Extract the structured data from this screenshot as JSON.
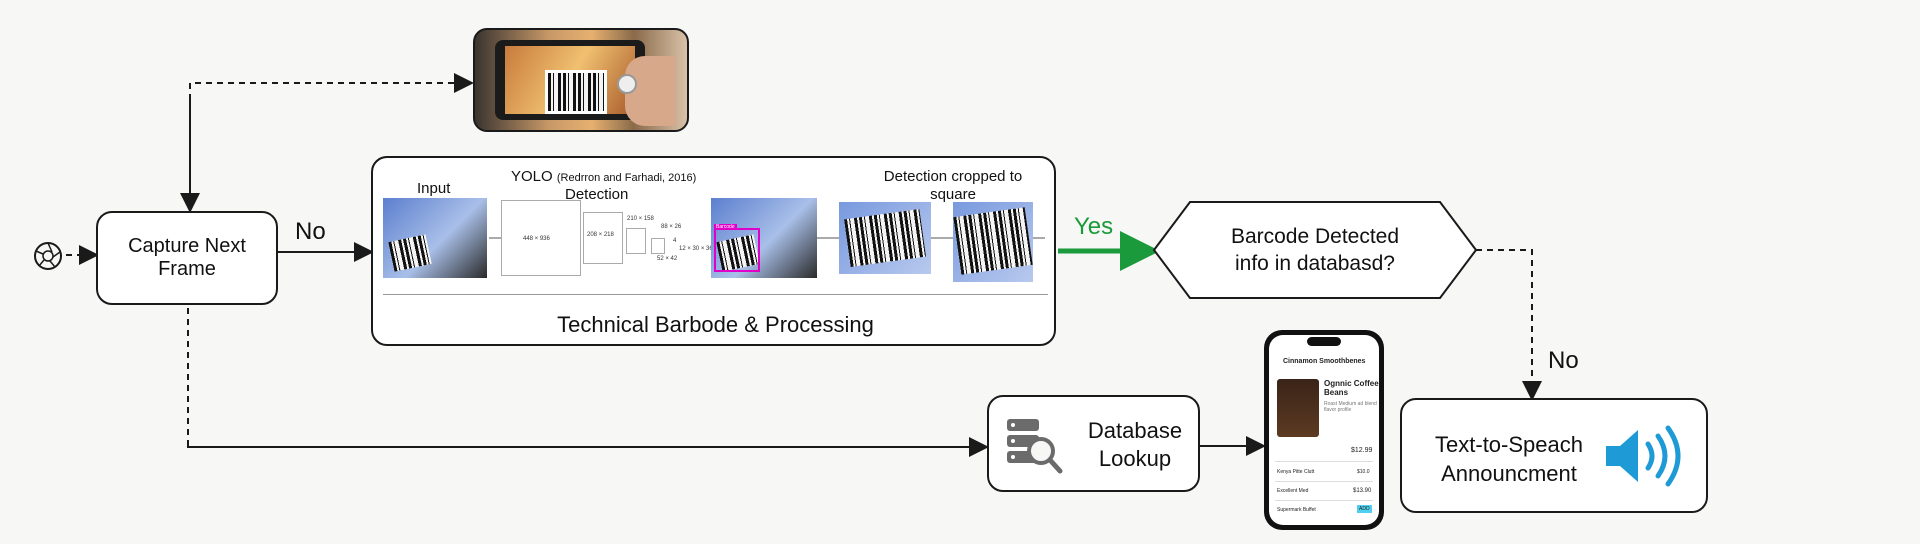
{
  "start_node": {
    "icon": "aperture-icon"
  },
  "capture_node": {
    "label": "Capture Next\nFrame"
  },
  "edge_no_to_processing": {
    "label": "No"
  },
  "processing_panel": {
    "title": "Technical Barbode & Processing",
    "input_label": "Input",
    "yolo_label": "YOLO",
    "yolo_citation": "(Redrron and Farhadi, 2016)",
    "detection_label": "Detection",
    "cropped_label": "Detection cropped to\nsquare",
    "layers": [
      "448 × 936",
      "208 × 218",
      "210 × 158",
      "88 × 26",
      "4",
      "52 × 42",
      "12 × 30 × 36"
    ],
    "detected_tag": "Barcode",
    "edge_color": "#e000c8"
  },
  "edge_yes": {
    "label": "Yes",
    "color": "#1a9a3a"
  },
  "decision_node": {
    "label": "Barcode Detected\ninfo in databasd?"
  },
  "edge_no_to_tts": {
    "label": "No"
  },
  "database_node": {
    "label": "Database\nLookup",
    "icon": "database-search-icon"
  },
  "phone": {
    "header": "Cinnamon Smoothbenes",
    "product_name": "Ognnic Coffee\nBeans",
    "desc": "Roast Medium ad blend\nflavor profile",
    "price_main": "$12.99",
    "rows": [
      {
        "name": "Kenya Pitte Clutt",
        "price": "$10.0"
      },
      {
        "name": "Excellent Med",
        "price": "$13.90"
      },
      {
        "name": "Supermark Buffet",
        "price": "ADD"
      }
    ]
  },
  "tts_node": {
    "label": "Text-to-Speach\nAnnouncment",
    "icon": "speaker-icon",
    "icon_color": "#1e9bd7"
  },
  "camera_thumb": {
    "icon": "phone-camera-photo"
  }
}
